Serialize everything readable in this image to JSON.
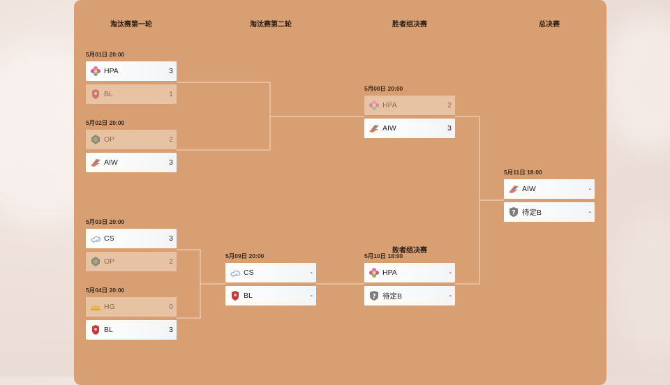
{
  "rounds": {
    "r1": "淘汰赛第一轮",
    "r2": "淘汰赛第二轮",
    "winners_final": "胜者组决赛",
    "grand_final": "总决赛",
    "losers_final": "败者组决赛"
  },
  "matches": {
    "m1": {
      "time": "5月01日 20:00",
      "t1": {
        "name": "HPA",
        "score": "3"
      },
      "t2": {
        "name": "BL",
        "score": "1"
      }
    },
    "m2": {
      "time": "5月02日 20:00",
      "t1": {
        "name": "OP",
        "score": "2"
      },
      "t2": {
        "name": "AIW",
        "score": "3"
      }
    },
    "m3": {
      "time": "5月03日 20:00",
      "t1": {
        "name": "CS",
        "score": "3"
      },
      "t2": {
        "name": "OP",
        "score": "2"
      }
    },
    "m4": {
      "time": "5月04日 20:00",
      "t1": {
        "name": "HG",
        "score": "0"
      },
      "t2": {
        "name": "BL",
        "score": "3"
      }
    },
    "m5": {
      "time": "5月09日 20:00",
      "t1": {
        "name": "CS",
        "score": "-"
      },
      "t2": {
        "name": "BL",
        "score": "-"
      }
    },
    "m6": {
      "time": "5月08日 20:00",
      "t1": {
        "name": "HPA",
        "score": "2"
      },
      "t2": {
        "name": "AIW",
        "score": "3"
      }
    },
    "m7": {
      "time": "5月10日  18:00",
      "t1": {
        "name": "HPA",
        "score": "-"
      },
      "t2": {
        "name": "待定B",
        "score": "-"
      }
    },
    "m8": {
      "time": "5月11日 18:00",
      "t1": {
        "name": "AIW",
        "score": "-"
      },
      "t2": {
        "name": "待定B",
        "score": "-"
      }
    }
  },
  "icons": {
    "HPA": "flower-logo-icon",
    "BL": "shield-logo-icon",
    "OP": "stone-logo-icon",
    "AIW": "wing-logo-icon",
    "CS": "cloud-logo-icon",
    "HG": "crown-logo-icon",
    "TBD": "question-shield-icon"
  },
  "colors": {
    "panel": "#d89f72",
    "loser_cell": "#e7c3a4",
    "line": "#f1dccb"
  }
}
